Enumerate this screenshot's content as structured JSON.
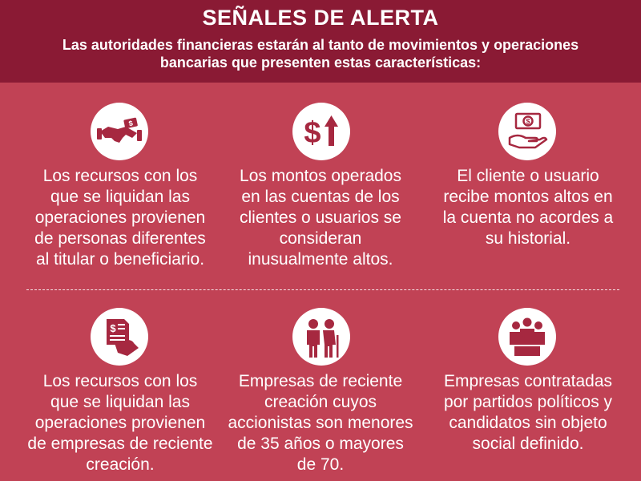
{
  "header": {
    "title": "SEÑALES DE ALERTA",
    "subtitle": "Las autoridades financieras estarán al tanto de movimientos y operaciones bancarias que presenten estas características:"
  },
  "colors": {
    "header_bg": "#8a1a34",
    "body_bg": "#c14255",
    "icon_fg": "#a62840",
    "text": "#ffffff"
  },
  "signals": [
    {
      "icon": "handshake-money-icon",
      "text": "Los recursos con los que se liquidan las operaciones provienen de personas diferentes al titular o beneficiario."
    },
    {
      "icon": "dollar-up-arrow-icon",
      "text": "Los montos operados en las cuentas de los clientes o usuarios se consideran inusualmente altos."
    },
    {
      "icon": "hand-banknote-icon",
      "text": "El cliente o usuario recibe montos altos en la cuenta no acordes a su historial."
    },
    {
      "icon": "hand-document-icon",
      "text": "Los recursos con los que se liquidan las operaciones provienen de empresas de reciente creación."
    },
    {
      "icon": "young-old-people-icon",
      "text": "Empresas de reciente creación cuyos accionistas son menores de 35 años o mayores de 70."
    },
    {
      "icon": "people-group-icon",
      "text": "Empresas contratadas por partidos políticos y candidatos sin objeto social definido."
    }
  ]
}
